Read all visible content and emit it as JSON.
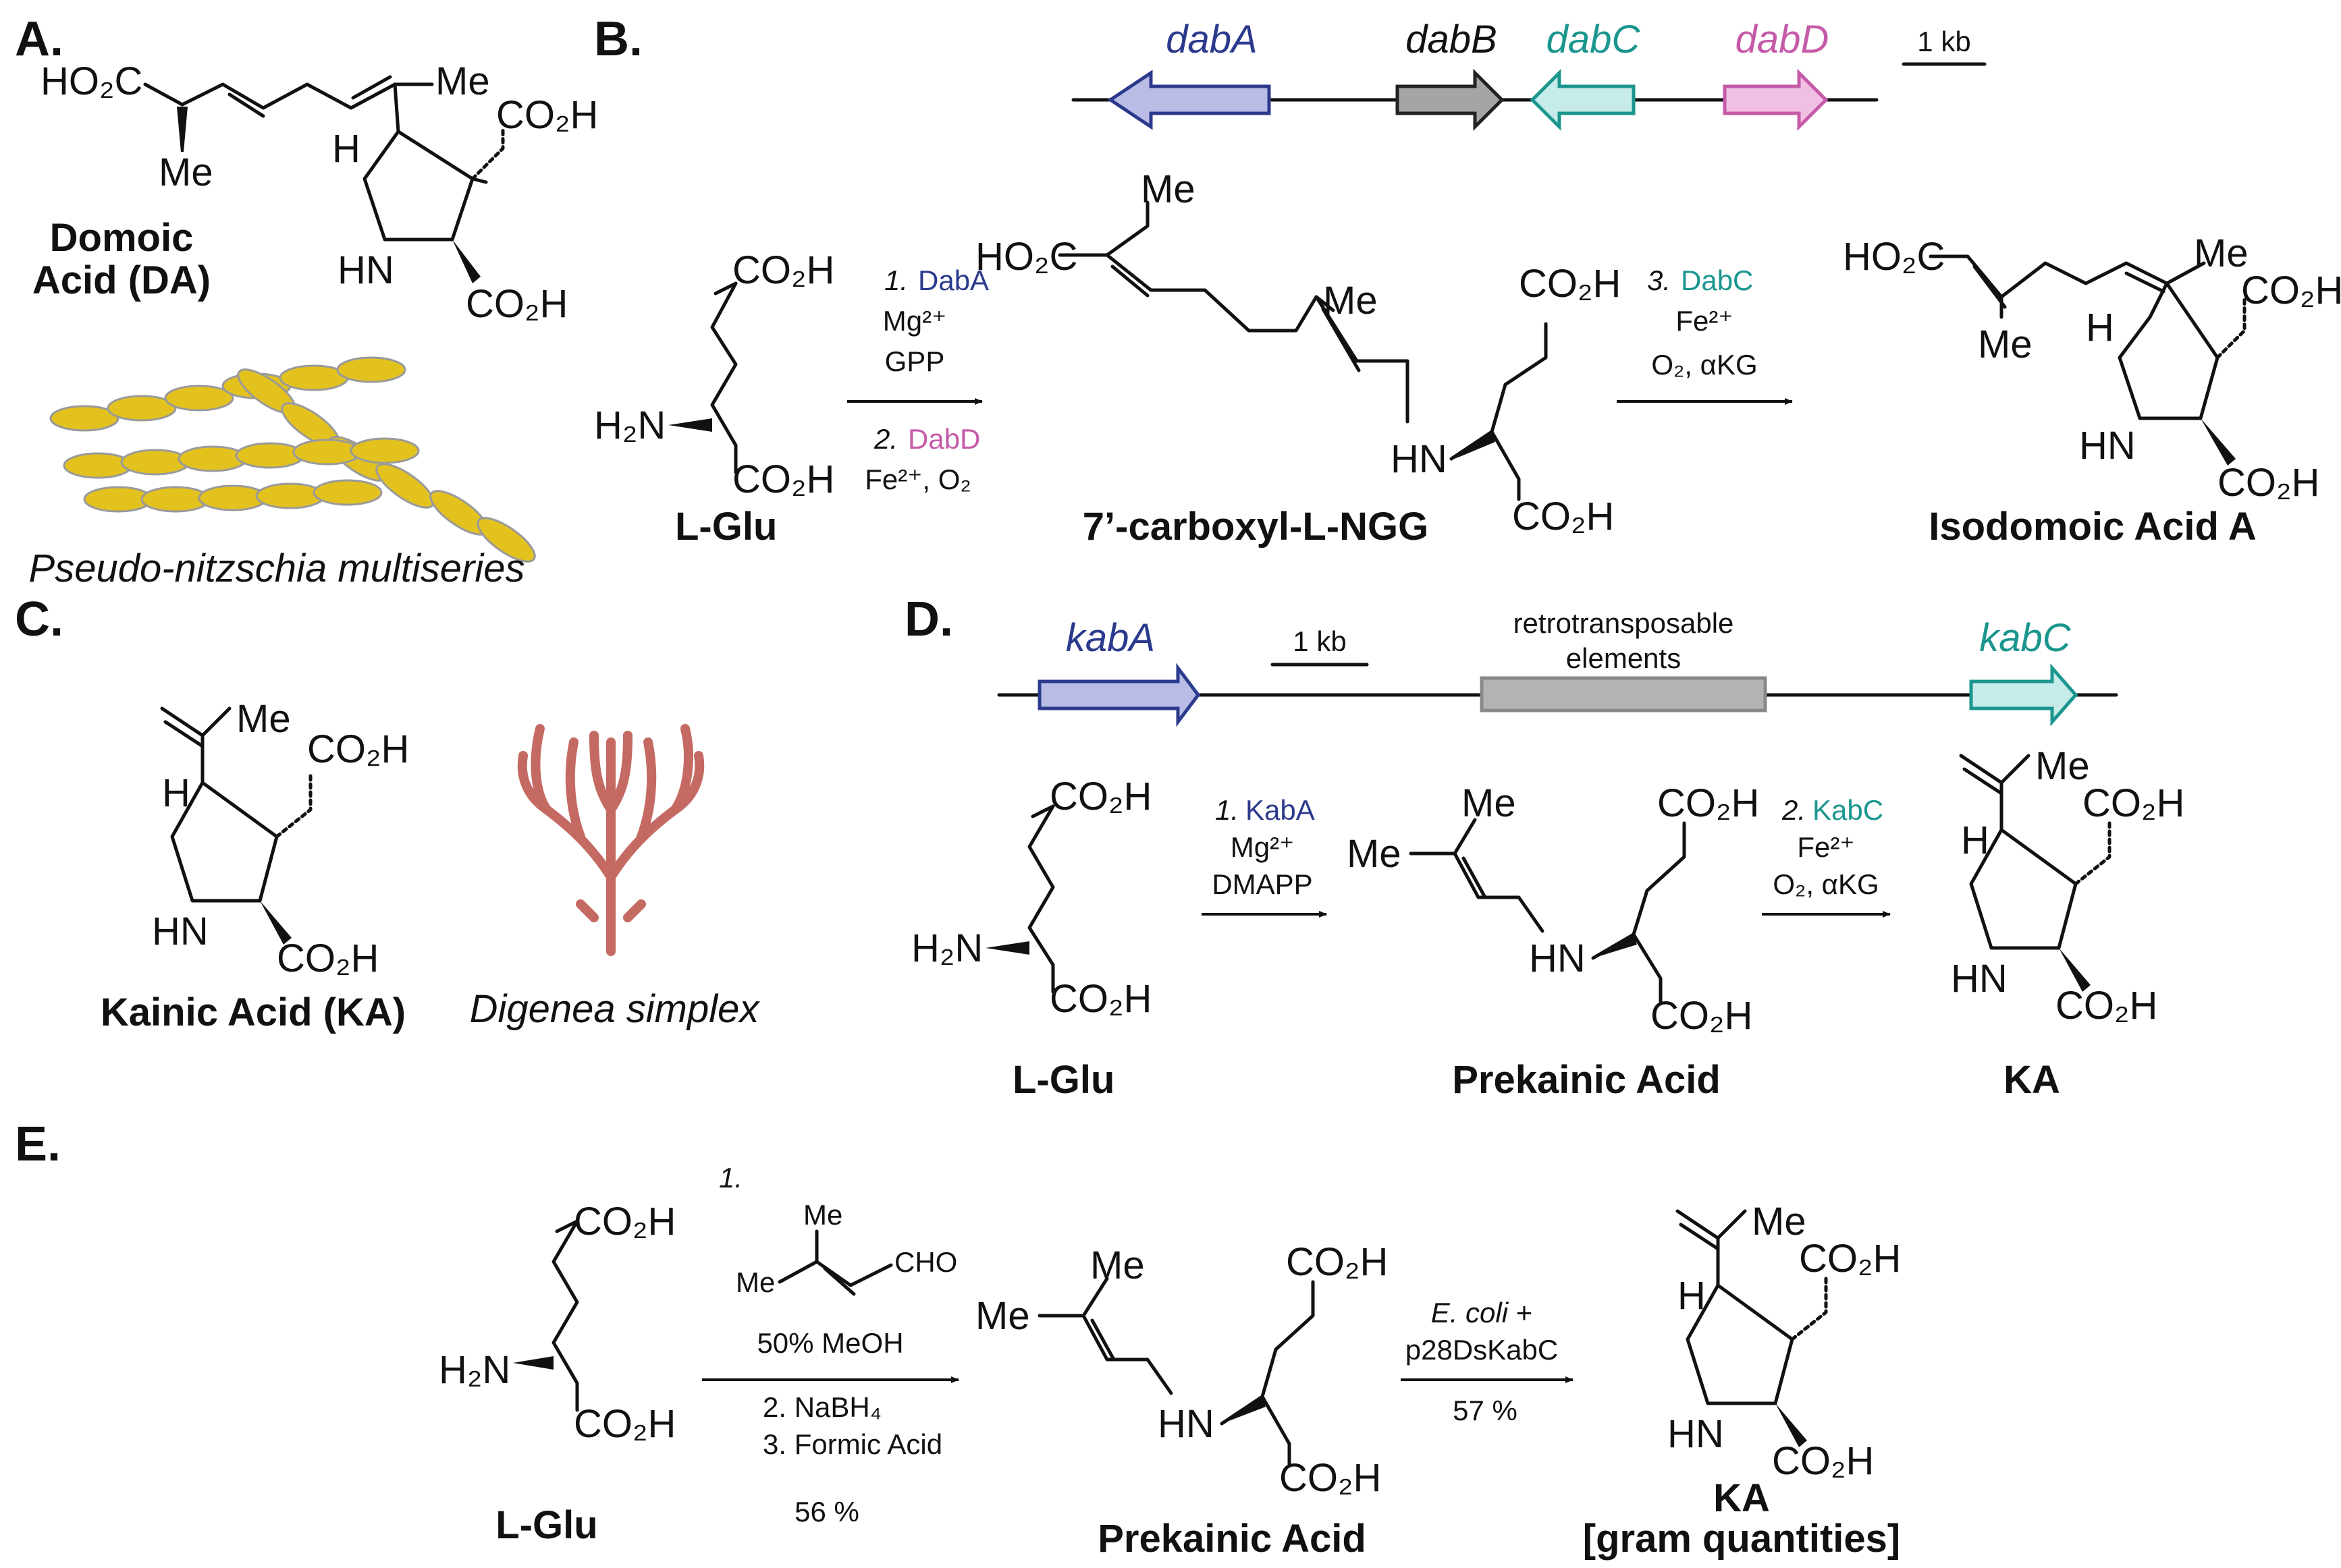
{
  "panels": {
    "A": "A.",
    "B": "B.",
    "C": "C.",
    "D": "D.",
    "E": "E."
  },
  "colors": {
    "dabA": "#2b3a8c",
    "dabA_fill": "#b9bde6",
    "dabB": "#222222",
    "dabB_fill": "#a5a5a5",
    "dabC": "#1a968e",
    "dabC_fill": "#c6ebe8",
    "dabD": "#c55aa8",
    "dabD_fill": "#f1bfe3",
    "kabA": "#2b3a8c",
    "kabC": "#1a968e",
    "retro_fill": "#b3b3b3",
    "algae": "#c46a63",
    "diatom": "#e3c21e"
  },
  "panelA": {
    "atoms": {
      "ho2c": "HO₂C",
      "me_top": "Me",
      "me_bottom": "Me",
      "co2h_side": "CO₂H",
      "h": "H",
      "hn": "HN",
      "co2h_ring": "CO₂H"
    },
    "name_line1": "Domoic",
    "name_line2": "Acid (DA)",
    "organism": "Pseudo-nitzschia multiseries"
  },
  "panelB": {
    "genes": [
      "dabA",
      "dabB",
      "dabC",
      "dabD"
    ],
    "scale": "1 kb",
    "lglu": {
      "co2h_top": "CO₂H",
      "h2n": "H₂N",
      "co2h_bottom": "CO₂H",
      "name": "L-Glu"
    },
    "step1": {
      "num1": "1.",
      "enzyme1": "DabA",
      "cofactor1": "Mg²⁺",
      "substrate1": "GPP",
      "num2": "2.",
      "enzyme2": "DabD",
      "cofactor2": "Fe²⁺, O₂"
    },
    "ngg": {
      "ho2c": "HO₂C",
      "me1": "Me",
      "me2": "Me",
      "hn": "HN",
      "co2h_top": "CO₂H",
      "co2h_bottom": "CO₂H",
      "name": "7’-carboxyl-L-NGG"
    },
    "step2": {
      "num": "3.",
      "enzyme": "DabC",
      "cofactor": "Fe²⁺",
      "cosub": "O₂, αKG"
    },
    "ida": {
      "ho2c": "HO₂C",
      "me1": "Me",
      "me2": "Me",
      "co2h_side": "CO₂H",
      "h": "H",
      "hn": "HN",
      "co2h_ring": "CO₂H",
      "name": "Isodomoic Acid A"
    }
  },
  "panelC": {
    "atoms": {
      "me": "Me",
      "co2h_side": "CO₂H",
      "h": "H",
      "hn": "HN",
      "co2h_ring": "CO₂H"
    },
    "name": "Kainic Acid (KA)",
    "organism": "Digenea simplex"
  },
  "panelD": {
    "genes": [
      "kabA",
      "kabC"
    ],
    "scale": "1 kb",
    "retro_line1": "retrotransposable",
    "retro_line2": "elements",
    "lglu": {
      "co2h_top": "CO₂H",
      "h2n": "H₂N",
      "co2h_bottom": "CO₂H",
      "name": "L-Glu"
    },
    "step1": {
      "num": "1.",
      "enzyme": "KabA",
      "cofactor": "Mg²⁺",
      "substrate": "DMAPP"
    },
    "pka": {
      "me_top": "Me",
      "me_left": "Me",
      "hn": "HN",
      "co2h_top": "CO₂H",
      "co2h_bottom": "CO₂H",
      "name": "Prekainic Acid"
    },
    "step2": {
      "num": "2.",
      "enzyme": "KabC",
      "cofactor": "Fe²⁺",
      "cosub": "O₂, αKG"
    },
    "ka": {
      "me": "Me",
      "co2h_side": "CO₂H",
      "h": "H",
      "hn": "HN",
      "co2h_ring": "CO₂H",
      "name": "KA"
    }
  },
  "panelE": {
    "lglu": {
      "co2h_top": "CO₂H",
      "h2n": "H₂N",
      "co2h_bottom": "CO₂H",
      "name": "L-Glu"
    },
    "step1": {
      "num1": "1.",
      "me": "Me",
      "me2": "Me",
      "cho": "CHO",
      "solvent": "50% MeOH",
      "step2": "2. NaBH₄",
      "step3": "3. Formic Acid",
      "yield": "56 %"
    },
    "pka": {
      "me_top": "Me",
      "me_left": "Me",
      "hn": "HN",
      "co2h_top": "CO₂H",
      "co2h_bottom": "CO₂H",
      "name": "Prekainic Acid"
    },
    "step2": {
      "host": "E. coli",
      "plus": " +",
      "plasmid": "p28DsKabC",
      "yield": "57 %"
    },
    "ka": {
      "me": "Me",
      "co2h_side": "CO₂H",
      "h": "H",
      "hn": "HN",
      "co2h_ring": "CO₂H",
      "name_line1": "KA",
      "name_line2": "[gram quantities]"
    }
  }
}
